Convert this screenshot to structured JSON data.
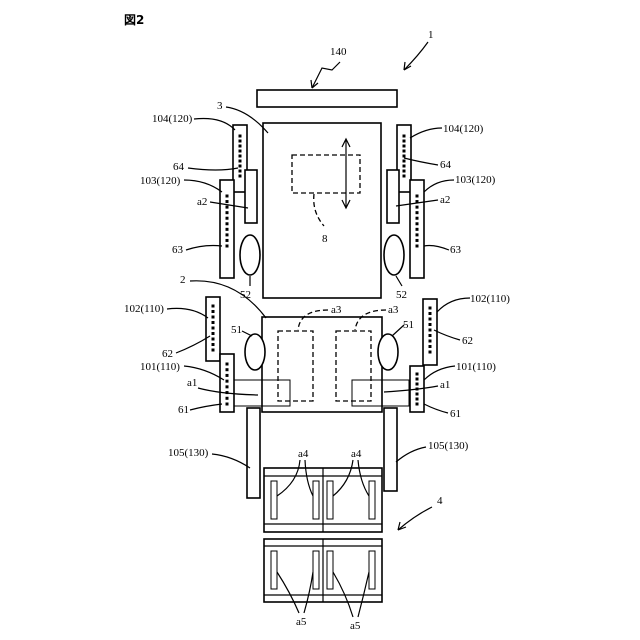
{
  "figure_title": "図2",
  "labels": {
    "l1": "1",
    "l140": "140",
    "l3": "3",
    "l2": "2",
    "l4": "4",
    "l8": "8",
    "l104_left": "104(120)",
    "l104_right": "104(120)",
    "l64_left": "64",
    "l64_right": "64",
    "l103_left": "103(120)",
    "l103_right": "103(120)",
    "la2_left": "a2",
    "la2_right": "a2",
    "l63_left": "63",
    "l63_right": "63",
    "l52_left": "52",
    "l52_right": "52",
    "l102_left": "102(110)",
    "l102_right": "102(110)",
    "l51_left": "51",
    "l51_right": "51",
    "la3_left": "a3",
    "la3_right": "a3",
    "l62_left": "62",
    "l62_right": "62",
    "l101_left": "101(110)",
    "l101_right": "101(110)",
    "la1_left": "a1",
    "la1_right": "a1",
    "l61_left": "61",
    "l61_right": "61",
    "l105_left": "105(130)",
    "l105_right": "105(130)",
    "la4_left": "a4",
    "la4_right": "a4",
    "la5_left": "a5",
    "la5_right": "a5"
  }
}
